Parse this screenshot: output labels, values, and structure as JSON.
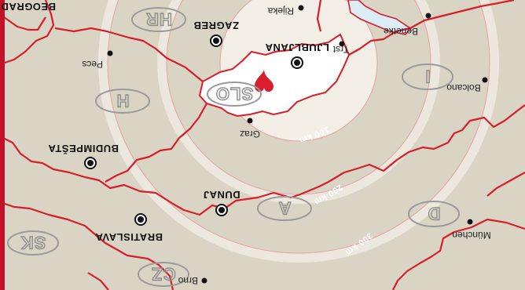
{
  "map": {
    "colors": {
      "land": "#d9d4c4",
      "border": "#d81e2c",
      "sea": "#dcedf7",
      "slovenia": "#ffffff",
      "heart": "#d81e2c",
      "frame": "#c4112a"
    },
    "capitals": [
      {
        "id": "ljubljana",
        "label": "LJUBLJANA"
      },
      {
        "id": "zagreb",
        "label": "ZAGREB"
      },
      {
        "id": "dunaj",
        "label": "DUNAJ"
      },
      {
        "id": "bratislava",
        "label": "BRATISLAVA"
      },
      {
        "id": "budimpesta",
        "label": "BUDIMPEŠTA"
      },
      {
        "id": "beograd",
        "label": "BEOGRAD"
      }
    ],
    "cities": [
      {
        "id": "graz",
        "label": "Graz"
      },
      {
        "id": "trst",
        "label": "Trst"
      },
      {
        "id": "rijeka",
        "label": "Rijeka"
      },
      {
        "id": "benetke",
        "label": "Benetke"
      },
      {
        "id": "bolcano",
        "label": "Bolcano"
      },
      {
        "id": "munchen",
        "label": "München"
      },
      {
        "id": "brno",
        "label": "Brno"
      },
      {
        "id": "pecs",
        "label": "Pecs"
      }
    ],
    "country_codes": [
      {
        "id": "slo",
        "label": "SLO"
      },
      {
        "id": "hr",
        "label": "HR"
      },
      {
        "id": "h",
        "label": "H"
      },
      {
        "id": "a",
        "label": "A"
      },
      {
        "id": "i",
        "label": "I"
      },
      {
        "id": "d",
        "label": "D"
      },
      {
        "id": "sk",
        "label": "SK"
      },
      {
        "id": "cz",
        "label": "CZ"
      }
    ],
    "distance_rings": [
      {
        "id": "ring-100",
        "label": "100 km"
      },
      {
        "id": "ring-200",
        "label": "200 km"
      },
      {
        "id": "ring-300",
        "label": "300 km"
      }
    ]
  }
}
